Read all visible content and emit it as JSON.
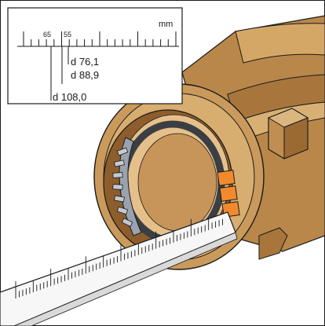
{
  "diagram": {
    "ruler": {
      "unit": "mm",
      "markers": [
        "65",
        "55"
      ]
    },
    "diameters": {
      "d1": "d 76,1",
      "d2": "d 88,9",
      "d3": "d 108,0"
    }
  },
  "colors": {
    "fitting_bronze": "#c99a5b",
    "fitting_shadow": "#8d5e2c",
    "fitting_highlight": "#e6c08b",
    "indicator_orange": "#f28a2d",
    "seal_gray": "#9aa3ad",
    "outline": "#1a1a1a"
  }
}
